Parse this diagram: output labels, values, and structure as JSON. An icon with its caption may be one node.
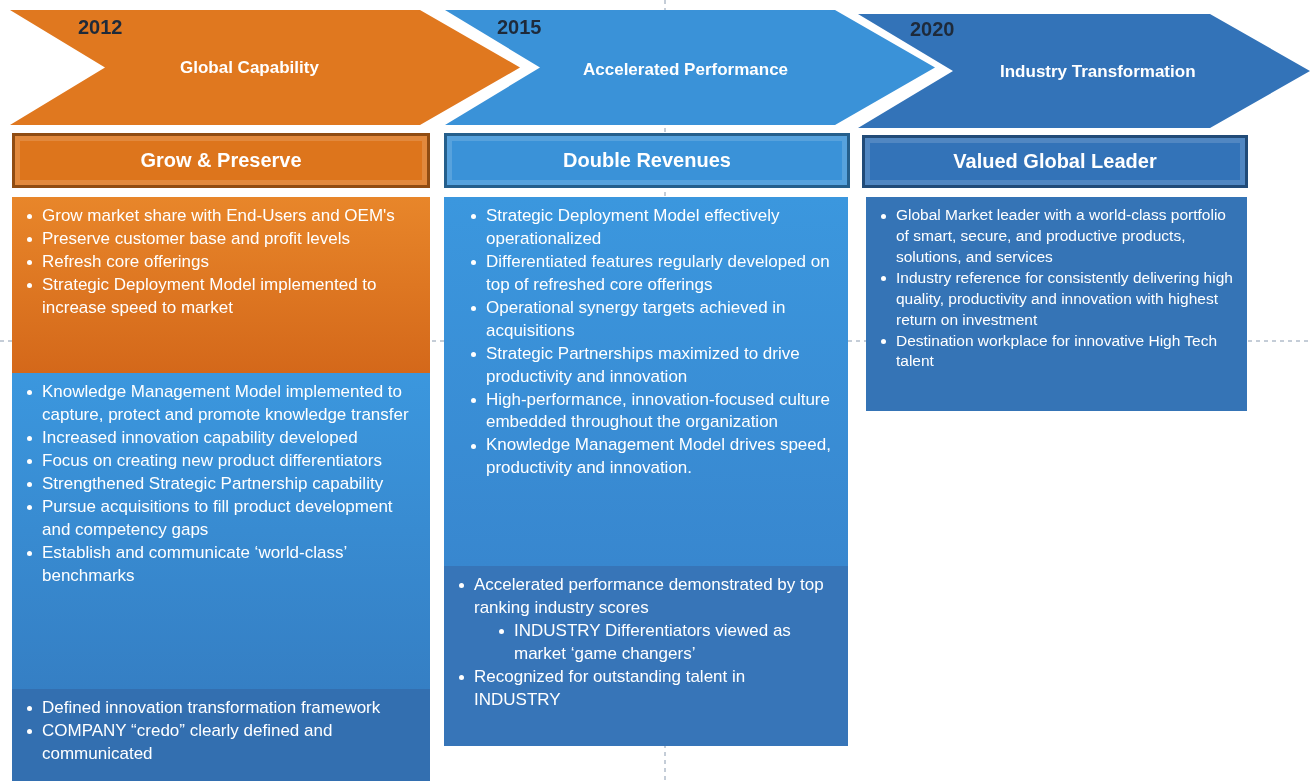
{
  "diagram": {
    "nodes": [
      {
        "text": [
          "2012",
          "Global Capability"
        ]
      },
      {
        "text": [
          "2015",
          "Accelerated Performance"
        ]
      },
      {
        "text": [
          "2020",
          "Industry Transformation"
        ]
      },
      {
        "text": [
          "Grow & Preserve"
        ]
      },
      {
        "text": [
          "Grow market share with End-Users and OEM's",
          "Preserve customer base and profit levels",
          "Refresh core offerings",
          "Strategic Deployment Model implemented to increase speed to market"
        ]
      },
      {
        "text": [
          "Knowledge Management Model implemented to capture, protect and promote knowledge transfer",
          "Increased innovation capability developed",
          "Focus on creating new product differentiators",
          "Strengthened Strategic Partnership capability",
          "Pursue acquisitions to fill product development and competency gaps",
          "Establish and communicate ‘world-class’ benchmarks"
        ]
      },
      {
        "text": [
          "Defined innovation transformation framework",
          "COMPANY “credo” clearly defined and communicated"
        ]
      },
      {
        "text": [
          "Double Revenues"
        ]
      },
      {
        "text": [
          "Strategic Deployment Model effectively operationalized",
          "Differentiated features regularly developed on top of refreshed core offerings",
          "Operational synergy targets achieved in acquisitions",
          "Strategic Partnerships maximized to drive productivity and innovation",
          "High-performance, innovation-focused culture embedded throughout the organization",
          "Knowledge Management Model drives speed, productivity and innovation."
        ]
      },
      {
        "text": [
          "Accelerated performance demonstrated by top ranking industry scores",
          "INDUSTRY Differentiators viewed as market ‘game changers’",
          "Recognized for outstanding talent in INDUSTRY"
        ]
      },
      {
        "text": [
          "Valued Global Leader"
        ]
      },
      {
        "text": [
          "Global Market leader with a world-class portfolio of smart, secure, and productive products, solutions, and services",
          "Industry reference for consistently delivering high quality, productivity and innovation with highest return on investment",
          "Destination workplace for innovative High Tech talent"
        ]
      }
    ]
  }
}
